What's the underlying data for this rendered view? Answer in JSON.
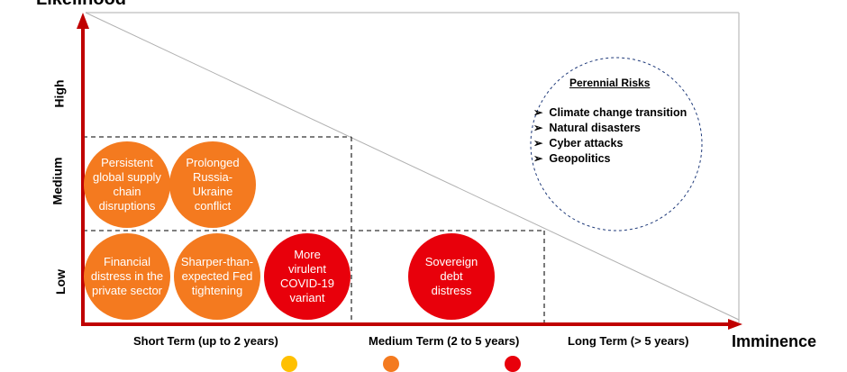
{
  "y_axis": {
    "title": "Likelihood",
    "levels": [
      "High",
      "Medium",
      "Low"
    ]
  },
  "x_axis": {
    "title": "Imminence",
    "levels": [
      "Short Term (up to 2 years)",
      "Medium Term (2 to 5 years)",
      "Long Term (> 5 years)"
    ]
  },
  "colors": {
    "axis": "#c00000",
    "orange": "#f47a1f",
    "red": "#e8000b",
    "yellow": "#ffc000"
  },
  "risks": [
    {
      "label": "Persistent global supply chain disruptions",
      "color": "orange"
    },
    {
      "label": "Prolonged Russia-Ukraine conflict",
      "color": "orange"
    },
    {
      "label": "Financial distress in the private sector",
      "color": "orange"
    },
    {
      "label": "Sharper-than-expected Fed tightening",
      "color": "orange"
    },
    {
      "label": "More virulent COVID-19 variant",
      "color": "red"
    },
    {
      "label": "Sovereign debt distress",
      "color": "red"
    }
  ],
  "perennial": {
    "title": "Perennial Risks",
    "items": [
      "Climate change transition",
      "Natural disasters",
      "Cyber attacks",
      "Geopolitics"
    ]
  }
}
